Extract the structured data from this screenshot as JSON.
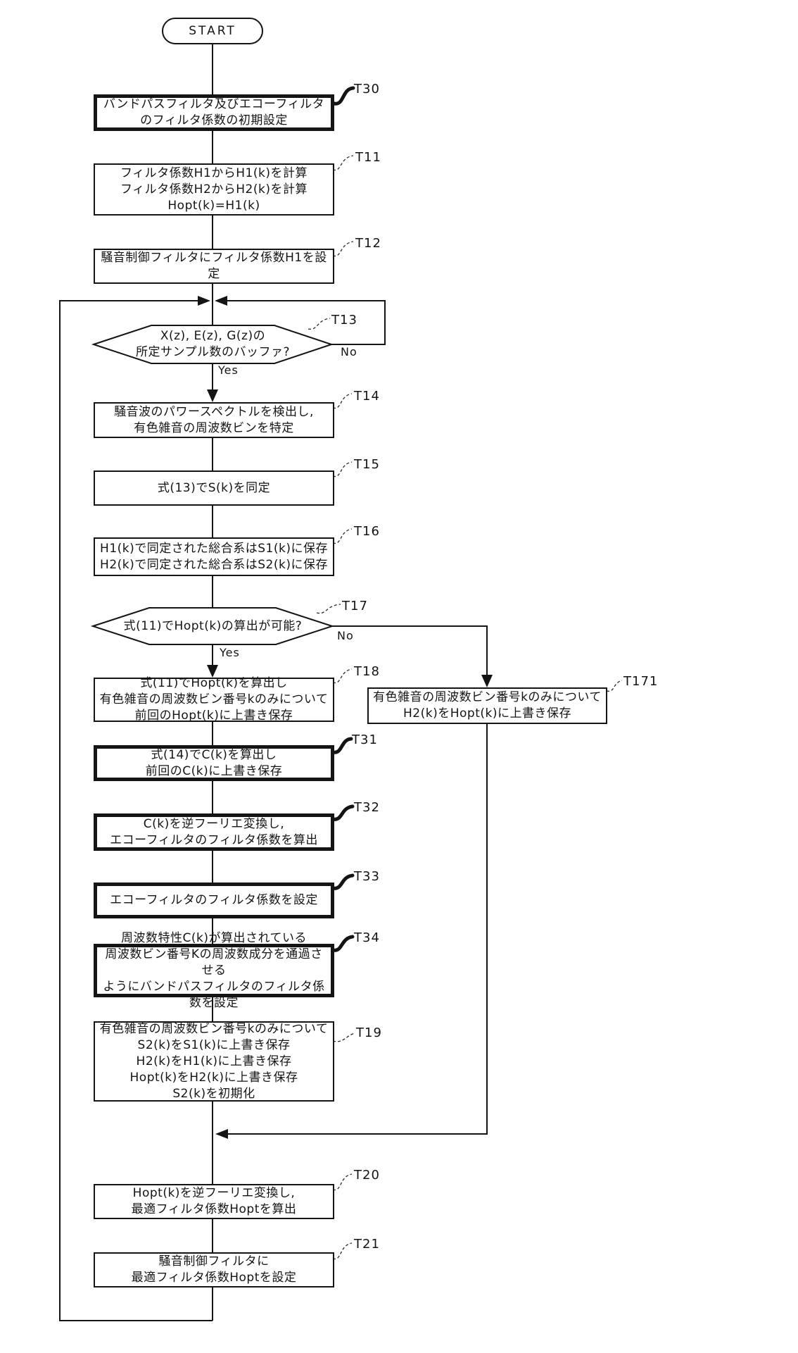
{
  "colors": {
    "ink": "#141414",
    "paper": "#ffffff"
  },
  "start": {
    "label": "START"
  },
  "nodes": {
    "t30": {
      "tag": "T30",
      "text": "バンドパスフィルタ及びエコーフィルタ\nのフィルタ係数の初期設定"
    },
    "t11": {
      "tag": "T11",
      "text": "フィルタ係数H1からH1(k)を計算\nフィルタ係数H2からH2(k)を計算\nHopt(k)=H1(k)"
    },
    "t12": {
      "tag": "T12",
      "text": "騒音制御フィルタにフィルタ係数H1を設定"
    },
    "t13": {
      "tag": "T13",
      "text": "X(z), E(z), G(z)の\n所定サンプル数のバッファ?",
      "yes": "Yes",
      "no": "No"
    },
    "t14": {
      "tag": "T14",
      "text": "騒音波のパワースペクトルを検出し,\n有色雑音の周波数ビンを特定"
    },
    "t15": {
      "tag": "T15",
      "text": "式(13)でS(k)を同定"
    },
    "t16": {
      "tag": "T16",
      "text": "H1(k)で同定された総合系はS1(k)に保存\nH2(k)で同定された総合系はS2(k)に保存"
    },
    "t17": {
      "tag": "T17",
      "text": "式(11)でHopt(k)の算出が可能?",
      "yes": "Yes",
      "no": "No"
    },
    "t18": {
      "tag": "T18",
      "text": "式(11)でHopt(k)を算出し\n有色雑音の周波数ビン番号kのみについて\n前回のHopt(k)に上書き保存"
    },
    "t171": {
      "tag": "T171",
      "text": "有色雑音の周波数ビン番号kのみについて\nH2(k)をHopt(k)に上書き保存"
    },
    "t31": {
      "tag": "T31",
      "text": "式(14)でC(k)を算出し\n前回のC(k)に上書き保存"
    },
    "t32": {
      "tag": "T32",
      "text": "C(k)を逆フーリエ変換し,\nエコーフィルタのフィルタ係数を算出"
    },
    "t33": {
      "tag": "T33",
      "text": "エコーフィルタのフィルタ係数を設定"
    },
    "t34": {
      "tag": "T34",
      "text": "周波数特性C(k)が算出されている\n周波数ビン番号Kの周波数成分を通過させる\nようにバンドパスフィルタのフィルタ係数を設定"
    },
    "t19": {
      "tag": "T19",
      "text": "有色雑音の周波数ビン番号kのみについて\nS2(k)をS1(k)に上書き保存\nH2(k)をH1(k)に上書き保存\nHopt(k)をH2(k)に上書き保存\nS2(k)を初期化"
    },
    "t20": {
      "tag": "T20",
      "text": "Hopt(k)を逆フーリエ変換し,\n最適フィルタ係数Hoptを算出"
    },
    "t21": {
      "tag": "T21",
      "text": "騒音制御フィルタに\n最適フィルタ係数Hoptを設定"
    }
  }
}
